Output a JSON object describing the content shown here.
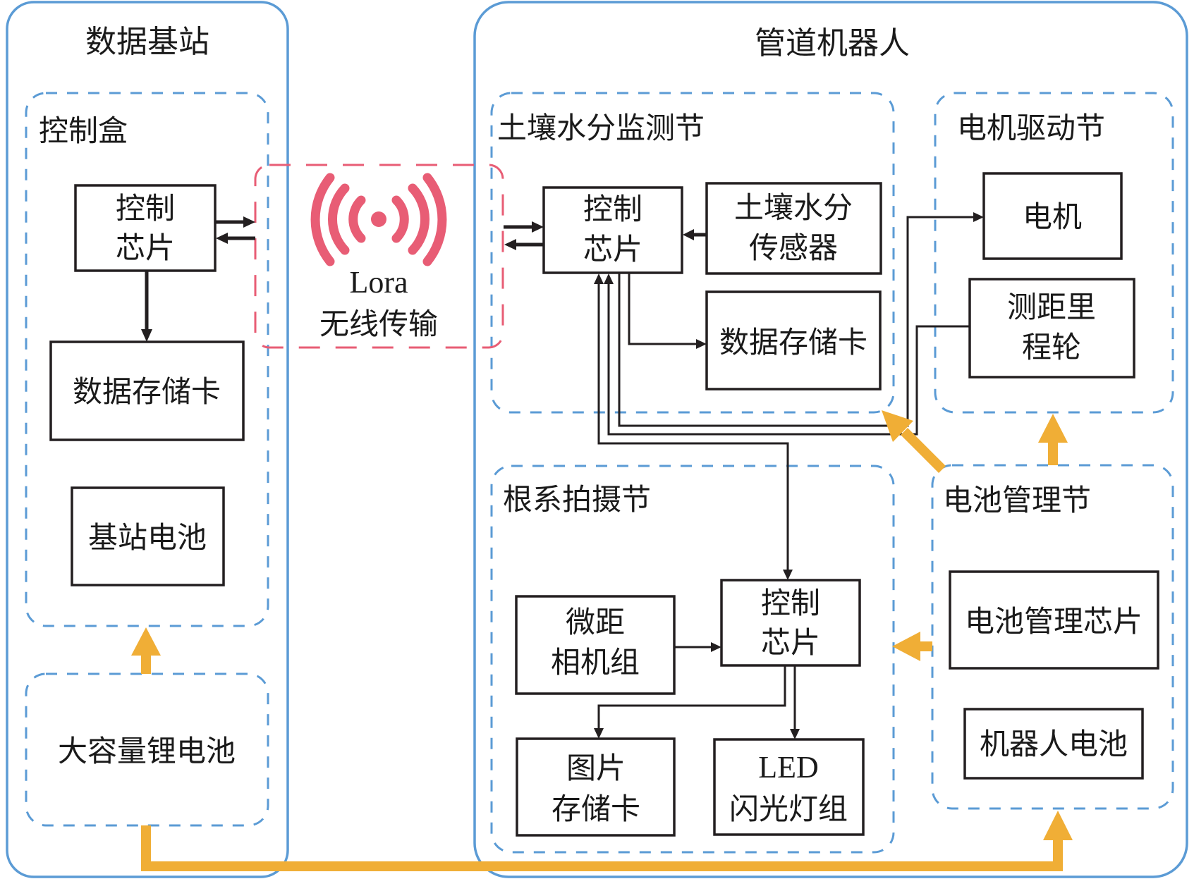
{
  "groups": {
    "base_station": {
      "title": "数据基站"
    },
    "robot": {
      "title": "管道机器人"
    }
  },
  "sections": {
    "control_box": {
      "title": "控制盒"
    },
    "li_battery": {
      "title": "大容量锂电池"
    },
    "soil_node": {
      "title": "土壤水分监测节"
    },
    "motor_node": {
      "title": "电机驱动节"
    },
    "root_node": {
      "title": "根系拍摄节"
    },
    "battery_node": {
      "title": "电池管理节"
    }
  },
  "lora": {
    "line1": "Lora",
    "line2": "无线传输",
    "icon": "wireless-signal-icon"
  },
  "blocks": {
    "base_chip": {
      "line1": "控制",
      "line2": "芯片"
    },
    "base_card": {
      "line1": "数据存储卡"
    },
    "base_battery": {
      "line1": "基站电池"
    },
    "soil_chip": {
      "line1": "控制",
      "line2": "芯片"
    },
    "soil_sensor": {
      "line1": "土壤水分",
      "line2": "传感器"
    },
    "soil_card": {
      "line1": "数据存储卡"
    },
    "motor": {
      "line1": "电机"
    },
    "odometer": {
      "line1": "测距里",
      "line2": "程轮"
    },
    "camera": {
      "line1": "微距",
      "line2": "相机组"
    },
    "root_chip": {
      "line1": "控制",
      "line2": "芯片"
    },
    "photo_card": {
      "line1": "图片",
      "line2": "存储卡"
    },
    "led": {
      "line1": "LED",
      "line2": "闪光灯组"
    },
    "bms_chip": {
      "line1": "电池管理芯片"
    },
    "robot_battery": {
      "line1": "机器人电池"
    }
  },
  "colors": {
    "container_border": "#5b9bd5",
    "wireless": "#e85d75",
    "power_flow": "#f0ae36",
    "signal_line": "#231f20"
  }
}
